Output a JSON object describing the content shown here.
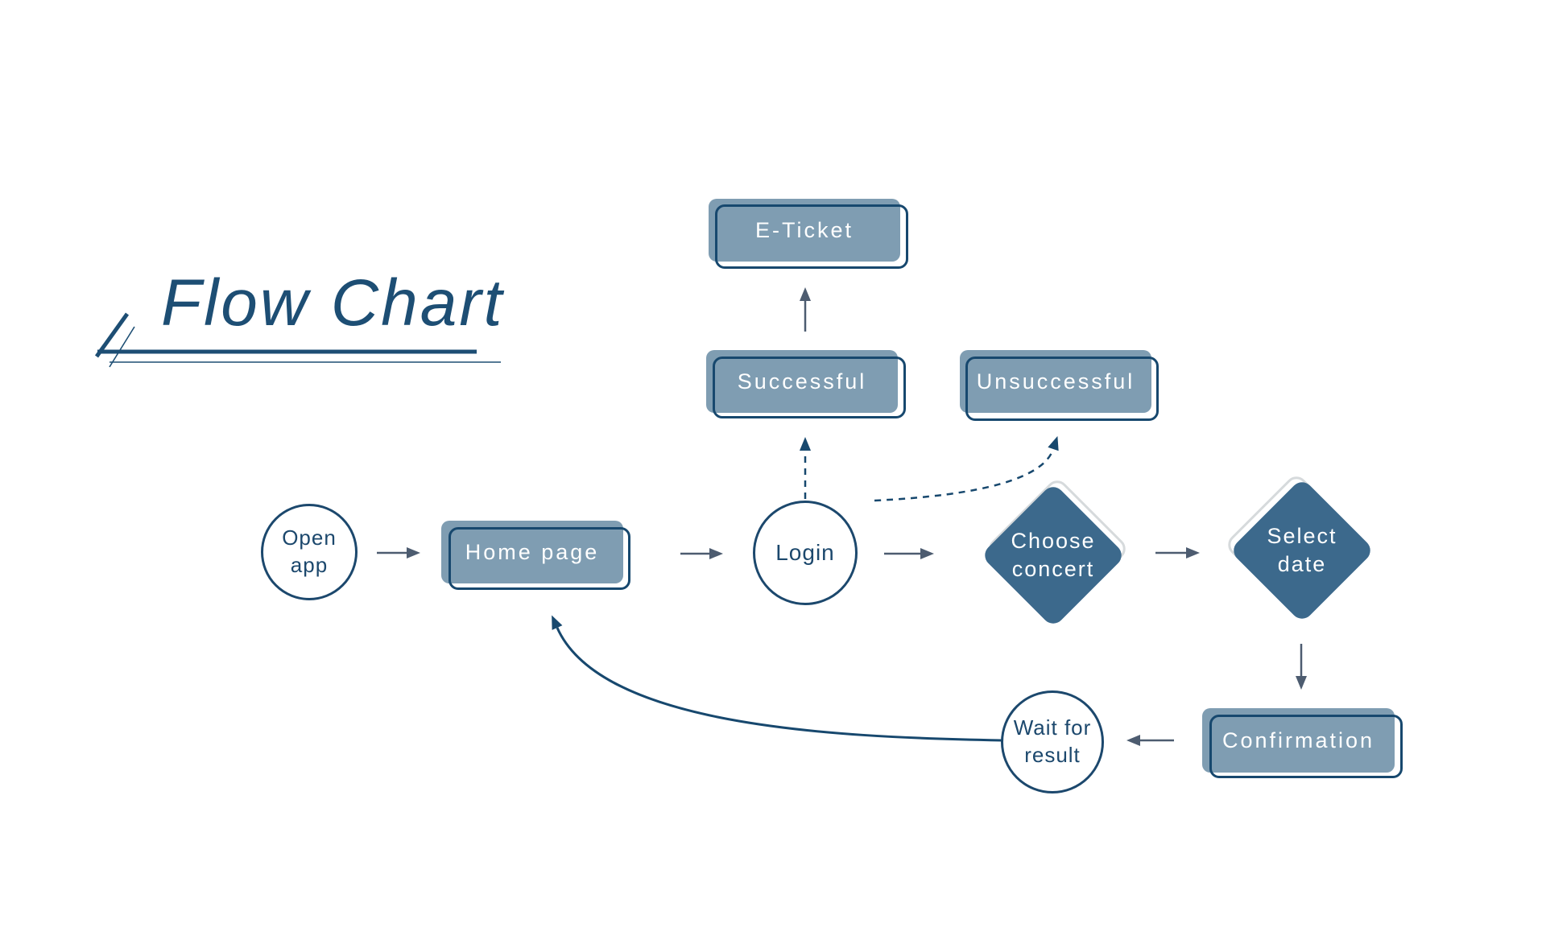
{
  "page": {
    "title": "Flow Chart"
  },
  "colors": {
    "navy_stroke": "#17486e",
    "title_navy": "#1d4e74",
    "slate_box_fill": "#7f9db2",
    "diamond_fill": "#3c698c",
    "arrow_gray": "#4d5c70",
    "shadow_outline_gray": "#d6dadc",
    "label_white": "#ffffff"
  },
  "nodes": {
    "open_app": {
      "label": "Open app",
      "shape": "circle"
    },
    "home_page": {
      "label": "Home page",
      "shape": "rectangle"
    },
    "login": {
      "label": "Login",
      "shape": "circle"
    },
    "choose_concert": {
      "label": "Choose concert",
      "shape": "diamond"
    },
    "select_date": {
      "label": "Select date",
      "shape": "diamond"
    },
    "confirmation": {
      "label": "Confirmation",
      "shape": "rectangle"
    },
    "wait_for_result": {
      "label": "Wait for result",
      "shape": "circle"
    },
    "successful": {
      "label": "Successful",
      "shape": "rectangle"
    },
    "unsuccessful": {
      "label": "Unsuccessful",
      "shape": "rectangle"
    },
    "e_ticket": {
      "label": "E-Ticket",
      "shape": "rectangle"
    }
  },
  "edges": [
    {
      "from": "open_app",
      "to": "home_page",
      "style": "solid"
    },
    {
      "from": "home_page",
      "to": "login",
      "style": "solid"
    },
    {
      "from": "login",
      "to": "choose_concert",
      "style": "solid"
    },
    {
      "from": "choose_concert",
      "to": "select_date",
      "style": "solid"
    },
    {
      "from": "select_date",
      "to": "confirmation",
      "style": "solid"
    },
    {
      "from": "confirmation",
      "to": "wait_for_result",
      "style": "solid"
    },
    {
      "from": "wait_for_result",
      "to": "home_page",
      "style": "curved-solid"
    },
    {
      "from": "login",
      "to": "successful",
      "style": "dashed"
    },
    {
      "from": "login",
      "to": "unsuccessful",
      "style": "dashed-curved"
    },
    {
      "from": "successful",
      "to": "e_ticket",
      "style": "solid"
    }
  ]
}
